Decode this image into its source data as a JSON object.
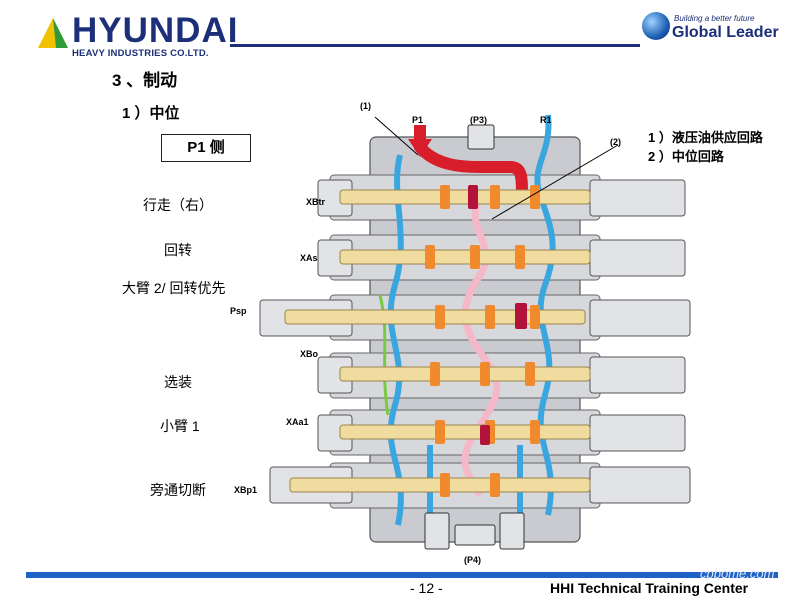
{
  "header": {
    "logo_name": "HYUNDAI",
    "logo_subtitle": "HEAVY INDUSTRIES CO.LTD.",
    "slogan_small": "Building a better future",
    "slogan_main": "Global Leader"
  },
  "content": {
    "section_title": "3 、制动",
    "subsection_title": "1 ）中位",
    "side_box": "P1 侧",
    "section_labels": [
      "行走（右）",
      "回转",
      "大臂 2/ 回转优先",
      "选装",
      "小臂 1",
      "旁通切断"
    ],
    "legend": [
      "1 ）液压油供应回路",
      "2 ）中位回路"
    ]
  },
  "diagram": {
    "callouts": [
      "(1)",
      "(2)"
    ],
    "top_ports": [
      "P1",
      "(P3)",
      "R1"
    ],
    "bottom_port": "(P4)",
    "side_ports": [
      "XBtr",
      "XAs",
      "Psp",
      "XBo",
      "XAa1",
      "XBp1"
    ]
  },
  "footer": {
    "page_number": "- 12 -",
    "center_name": "HHI Technical Training Center",
    "watermark": "cpbome.com"
  },
  "colors": {
    "brand_blue": "#1c2f78",
    "footer_blue": "#1f63c7",
    "supply_red": "#d81e2a",
    "neutral_pink": "#f4b8c8",
    "tank_blue": "#3aa6e0",
    "spool_tan": "#f0dc9e",
    "body_grey": "#c9cbd0"
  }
}
